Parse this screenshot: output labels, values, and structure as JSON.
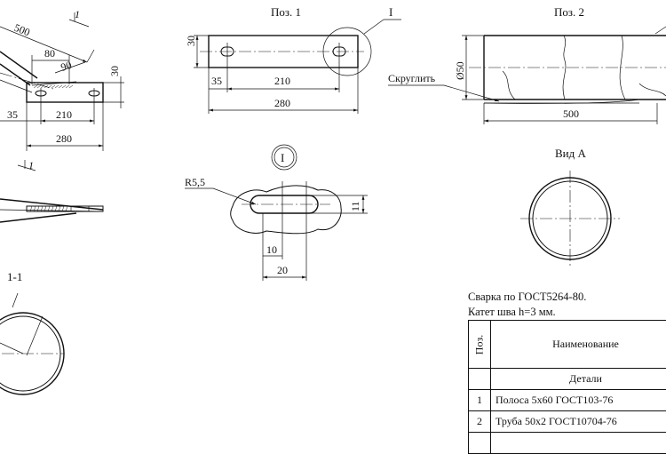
{
  "views": {
    "pos1_title": "Поз. 1",
    "pos2_title": "Поз. 2",
    "detail_marker": "I",
    "view_a_title": "Вид А",
    "section_title": "1-1",
    "section_marker": "1"
  },
  "dimensions": {
    "assembly": [
      "500",
      "80",
      "90",
      "30",
      "35",
      "210",
      "280"
    ],
    "pos1": [
      "30",
      "35",
      "210",
      "280"
    ],
    "pos2": [
      "Ø50",
      "500"
    ],
    "detail": [
      "R5,5",
      "11",
      "10",
      "20"
    ]
  },
  "callouts": {
    "round_edge": "Скруглить"
  },
  "notes": [
    "Сварка по ГОСТ5264-80.",
    "Катет шва h=3 мм."
  ],
  "spec_table": {
    "col_pos": "Поз.",
    "col_name": "Наименование",
    "section": "Детали",
    "rows": [
      {
        "pos": "1",
        "name": "Полоса 5х60 ГОСТ103-76"
      },
      {
        "pos": "2",
        "name": "Труба 50х2 ГОСТ10704-76"
      },
      {
        "pos": "",
        "name": ""
      }
    ]
  }
}
